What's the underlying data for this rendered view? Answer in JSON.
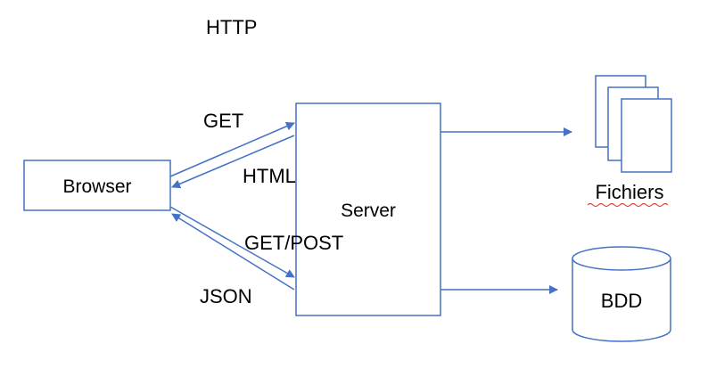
{
  "diagram": {
    "title": "HTTP",
    "nodes": {
      "browser": "Browser",
      "server": "Server",
      "files": "Fichiers",
      "database": "BDD"
    },
    "edges": {
      "get": "GET",
      "html": "HTML",
      "get_post": "GET/POST",
      "json": "JSON"
    }
  },
  "colors": {
    "line": "#4472c4",
    "spellcheck_underline": "#e0403a"
  }
}
